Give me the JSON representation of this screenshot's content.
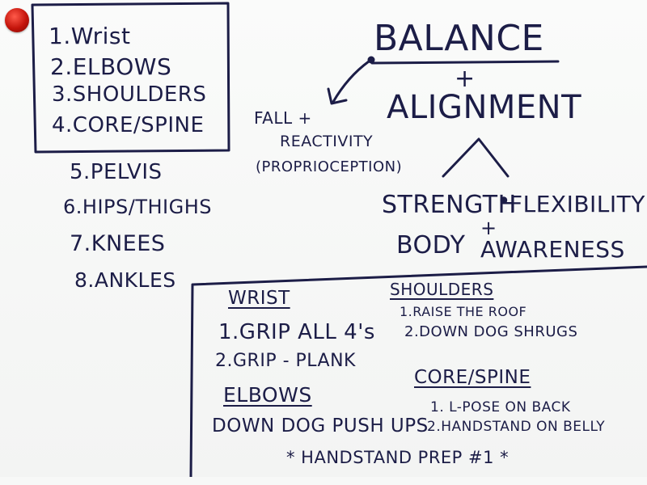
{
  "top_list": {
    "boxed": [
      "1.Wrist",
      "2.ELBOWS",
      "3.SHOULDERS",
      "4.CORE/SPINE"
    ],
    "rest": [
      "5.PELVIS",
      "6.HIPS/THIGHS",
      "7.KNEES",
      "8.ANKLES"
    ]
  },
  "concept": {
    "balance": "BALANCE",
    "plus": "+",
    "alignment": "ALIGNMENT",
    "fall_line1": "FALL +",
    "fall_line2": "REACTIVITY",
    "fall_line3": "(PROPRIOCEPTION)",
    "strength": "STRENGTH",
    "dot": "•",
    "flexibility": "FLEXIBILITY",
    "plus2": "+",
    "body": "BODY",
    "awareness": "AWARENESS"
  },
  "plan": {
    "wrist_title": "WRIST",
    "wrist_items": [
      "1.GRIP ALL 4's",
      "2.GRIP - PLANK"
    ],
    "elbows_title": "ELBOWS",
    "elbows_item": "DOWN DOG PUSH UPS",
    "shoulders_title": "SHOULDERS",
    "shoulders_items": [
      "1.RAISE THE ROOF",
      "2.DOWN DOG SHRUGS"
    ],
    "core_title": "CORE/SPINE",
    "core_items": [
      "1. L-POSE ON BACK",
      "2.HANDSTAND ON BELLY"
    ],
    "footer": "* HANDSTAND PREP #1 *"
  },
  "colors": {
    "ink": "#1c1d47",
    "magnet": "#c4140b",
    "board": "#f7f8f7"
  }
}
